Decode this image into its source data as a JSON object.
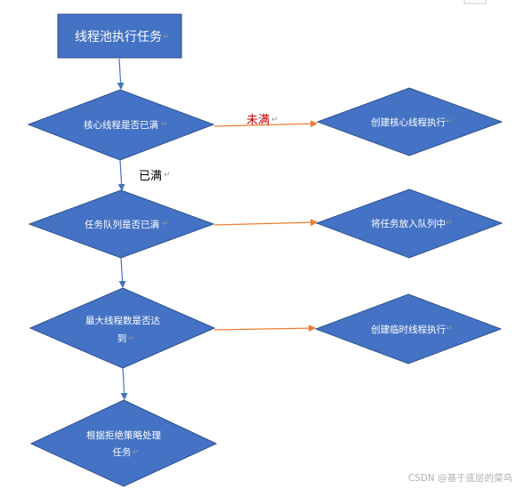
{
  "title_box": {
    "text": "线程池执行任务"
  },
  "decisions": [
    {
      "line1": "核心线程是否已满",
      "line2": ""
    },
    {
      "line1": "任务队列是否已满",
      "line2": ""
    },
    {
      "line1": "最大线程数是否达",
      "line2": "到"
    },
    {
      "line1": "根据拒绝策略处理",
      "line2": "任务"
    }
  ],
  "actions": [
    {
      "text": "创建核心线程执行"
    },
    {
      "text": "将任务放入队列中"
    },
    {
      "text": "创建临时线程执行"
    }
  ],
  "edge_labels": {
    "not_full": "未满",
    "full": "已满"
  },
  "watermark": "CSDN @基于底层的菜鸟",
  "colors": {
    "node_fill": "#4472c4",
    "node_stroke": "#2f528f",
    "down_arrow": "#4472c4",
    "right_arrow": "#ed7d31",
    "label_not_full": "#c00000",
    "label_full": "#000000"
  }
}
